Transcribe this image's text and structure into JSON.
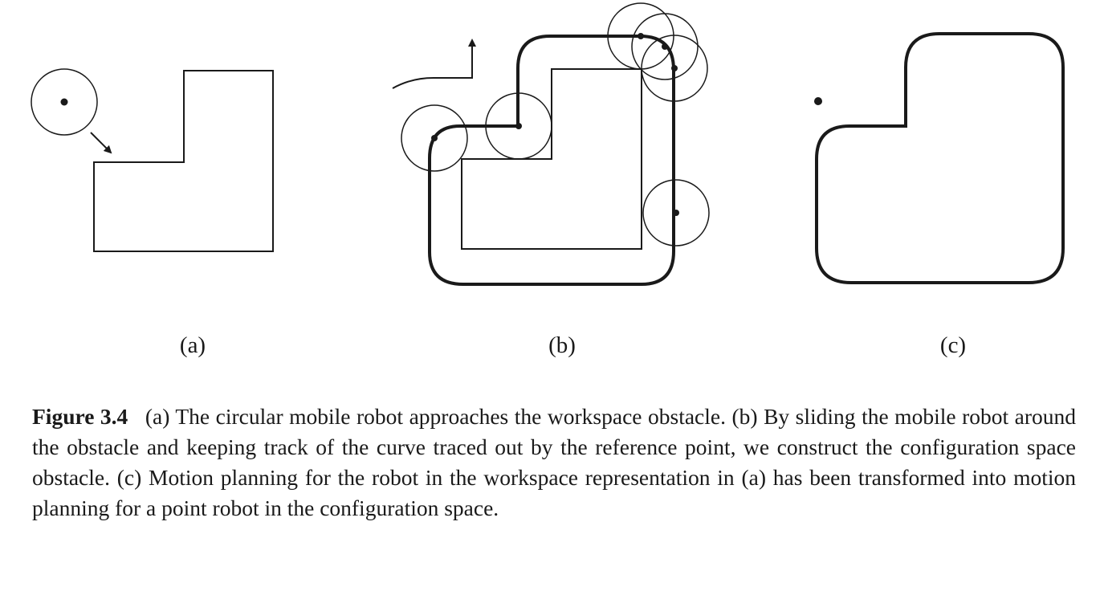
{
  "figure": {
    "panels": [
      {
        "id": "a",
        "label": "(a)"
      },
      {
        "id": "b",
        "label": "(b)"
      },
      {
        "id": "c",
        "label": "(c)"
      }
    ]
  },
  "caption": {
    "label": "Figure 3.4",
    "text": "(a) The circular mobile robot approaches the workspace obstacle. (b) By sliding the mobile robot around the obstacle and keeping track of the curve traced out by the reference point, we construct the configuration space obstacle. (c) Motion planning for the robot in the workspace representation in (a) has been transformed into motion planning for a point robot in the configuration space."
  }
}
